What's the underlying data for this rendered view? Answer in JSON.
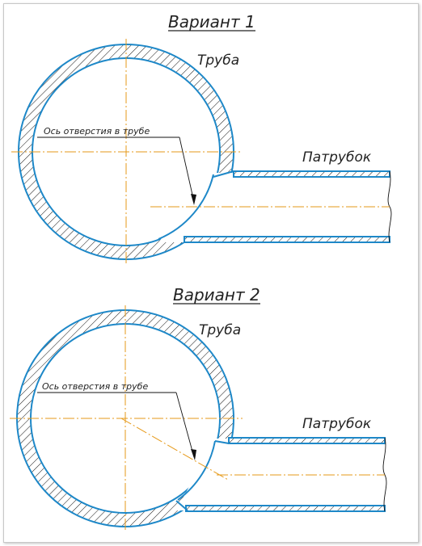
{
  "variants": [
    {
      "title": "Вариант 1",
      "pipe_label": "Труба",
      "nozzle_label": "Патрубок",
      "hole_axis_label": "Ось отверстия в трубе"
    },
    {
      "title": "Вариант 2",
      "pipe_label": "Труба",
      "nozzle_label": "Патрубок",
      "hole_axis_label": "Ось отверстия в трубе"
    }
  ],
  "colors": {
    "pipe_wall_edge": "#1e88c8",
    "center_line": "#e69a1a",
    "hatch": "#111111"
  }
}
